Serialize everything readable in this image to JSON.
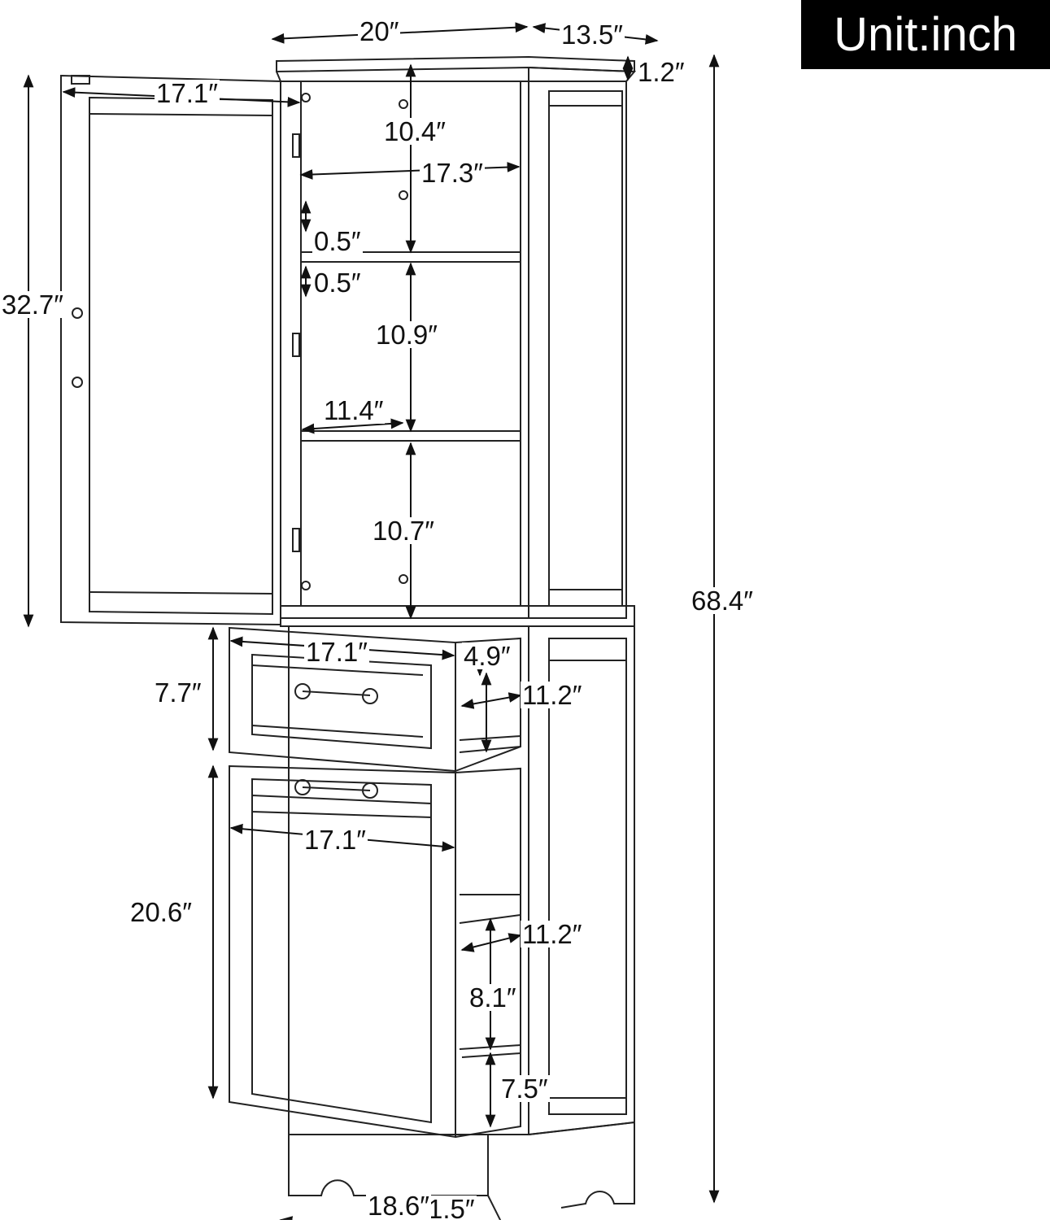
{
  "unit_label": "Unit:inch",
  "dimensions": {
    "top_width": "20″",
    "top_depth": "13.5″",
    "top_thickness": "1.2″",
    "door_width": "17.1″",
    "door_height": "32.7″",
    "shelf1_height": "10.4″",
    "interior_width": "17.3″",
    "shelf_thickness_a": "0.5″",
    "shelf_thickness_b": "0.5″",
    "shelf2_height": "10.9″",
    "shelf_depth": "11.4″",
    "shelf3_height": "10.7″",
    "total_height": "68.4″",
    "drawer_width": "17.1″",
    "drawer_front_height": "7.7″",
    "drawer_inner_height": "4.9″",
    "drawer_depth": "11.2″",
    "bin_width": "17.1″",
    "bin_height": "20.6″",
    "bin_depth": "11.2″",
    "bin_upper_height": "8.1″",
    "bin_lower_height": "7.5″",
    "base_clearance": "1.5″",
    "base_width": "18.6″"
  }
}
